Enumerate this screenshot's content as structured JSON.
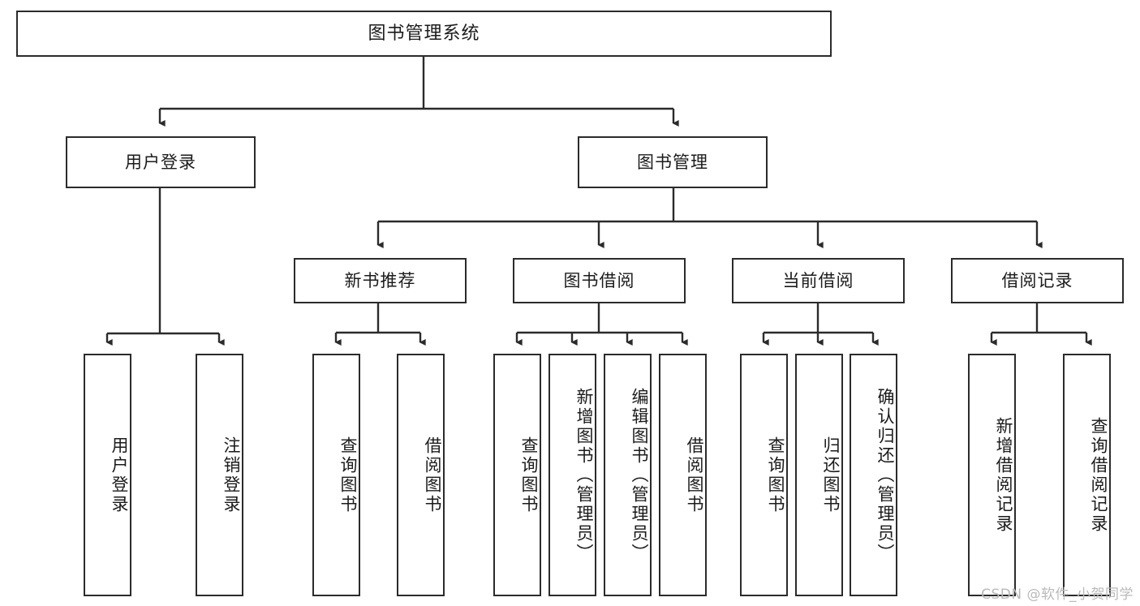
{
  "diagram": {
    "title_text": "图书管理系统",
    "colors": {
      "box_border": "#2b2b2b",
      "box_fill": "#ffffff",
      "connector": "#2b2b2b",
      "text": "#1b1b1b",
      "watermark": "#b9b9b9"
    },
    "nodes": {
      "root": {
        "label": "图书管理系统"
      },
      "level2": [
        {
          "id": "user-login",
          "label": "用户登录"
        },
        {
          "id": "book-management",
          "label": "图书管理"
        }
      ],
      "level3": [
        {
          "id": "new-book-recommend",
          "label": "新书推荐"
        },
        {
          "id": "book-borrow",
          "label": "图书借阅"
        },
        {
          "id": "current-borrow",
          "label": "当前借阅"
        },
        {
          "id": "borrow-record",
          "label": "借阅记录"
        }
      ],
      "leaves": {
        "user_login": [
          {
            "id": "leaf-user-login",
            "label": "用户登录"
          },
          {
            "id": "leaf-logout-login",
            "label": "注销登录"
          }
        ],
        "new_book_recommend": [
          {
            "id": "leaf-query-book-1",
            "label": "查询图书"
          },
          {
            "id": "leaf-borrow-book-1",
            "label": "借阅图书"
          }
        ],
        "book_borrow": [
          {
            "id": "leaf-query-book-2",
            "label": "查询图书"
          },
          {
            "id": "leaf-add-book",
            "label": "新增图书（管理员）"
          },
          {
            "id": "leaf-edit-book",
            "label": "编辑图书（管理员）"
          },
          {
            "id": "leaf-borrow-book-2",
            "label": "借阅图书"
          }
        ],
        "current_borrow": [
          {
            "id": "leaf-query-book-3",
            "label": "查询图书"
          },
          {
            "id": "leaf-return-book",
            "label": "归还图书"
          },
          {
            "id": "leaf-confirm-return",
            "label": "确认归还（管理员）"
          }
        ],
        "borrow_record": [
          {
            "id": "leaf-add-record",
            "label": "新增借阅记录"
          },
          {
            "id": "leaf-query-record",
            "label": "查询借阅记录"
          }
        ]
      }
    },
    "watermark": {
      "text": "CSDN @软件_小贺同学"
    }
  }
}
